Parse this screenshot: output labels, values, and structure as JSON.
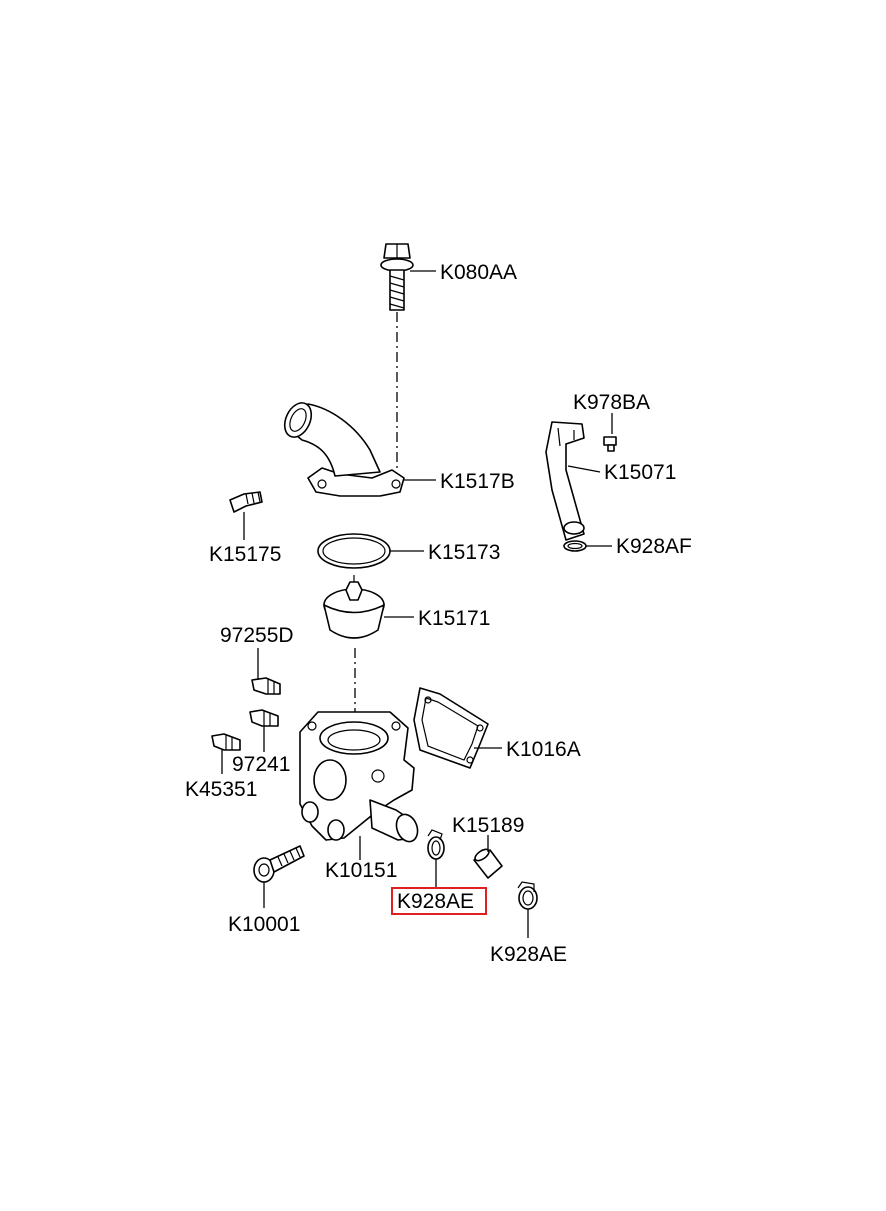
{
  "labels": {
    "k080aa": "K080AA",
    "k978ba": "K978BA",
    "k1517b": "K1517B",
    "k15071": "K15071",
    "k15175": "K15175",
    "k15173": "K15173",
    "k928af": "K928AF",
    "k15171": "K15171",
    "l97255d": "97255D",
    "k1016a": "K1016A",
    "l97241": "97241",
    "k45351": "K45351",
    "k15189": "K15189",
    "k10151": "K10151",
    "k928ae_selected": "K928AE",
    "k10001": "K10001",
    "k928ae": "K928AE"
  },
  "highlight": {
    "target": "K928AE",
    "color": "#e02020"
  }
}
